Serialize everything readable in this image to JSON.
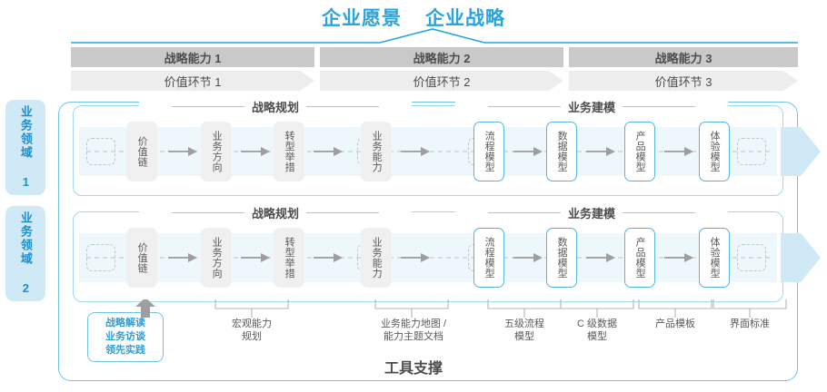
{
  "title": {
    "vision": "企业愿景",
    "strategy": "企业战略"
  },
  "capability_row": {
    "items": [
      {
        "label": "战略能力 1"
      },
      {
        "label": "战略能力 2"
      },
      {
        "label": "战略能力 3"
      }
    ]
  },
  "value_chain_row": {
    "items": [
      {
        "label": "价值环节 1"
      },
      {
        "label": "价值环节 2"
      },
      {
        "label": "价值环节 3"
      }
    ]
  },
  "side_labels": [
    {
      "label": "业务领域 1"
    },
    {
      "label": "业务领域 2"
    }
  ],
  "lanes": [
    {
      "sections": [
        {
          "label": "战略规划"
        },
        {
          "label": "业务建模"
        }
      ],
      "nodes": [
        {
          "label": "价值链",
          "style": "gray"
        },
        {
          "label": "业务方向",
          "style": "gray"
        },
        {
          "label": "转型举措",
          "style": "gray"
        },
        {
          "label": "业务能力",
          "style": "gray"
        },
        {
          "label": "流程模型",
          "style": "blue"
        },
        {
          "label": "数据模型",
          "style": "blue"
        },
        {
          "label": "产品模型",
          "style": "blue"
        },
        {
          "label": "体验模型",
          "style": "blue"
        }
      ]
    },
    {
      "sections": [
        {
          "label": "战略规划"
        },
        {
          "label": "业务建模"
        }
      ],
      "nodes": [
        {
          "label": "价值链",
          "style": "gray"
        },
        {
          "label": "业务方向",
          "style": "gray"
        },
        {
          "label": "转型举措",
          "style": "gray"
        },
        {
          "label": "业务能力",
          "style": "gray"
        },
        {
          "label": "流程模型",
          "style": "blue"
        },
        {
          "label": "数据模型",
          "style": "blue"
        },
        {
          "label": "产品模型",
          "style": "blue"
        },
        {
          "label": "体验模型",
          "style": "blue"
        }
      ]
    }
  ],
  "tool_labels": [
    {
      "line1": "战略解读",
      "line2": "业务访谈",
      "line3": "领先实践",
      "boxed": true
    },
    {
      "line1": "宏观能力",
      "line2": "规划",
      "boxed": false
    },
    {
      "line1": "业务能力地图 /",
      "line2": "能力主题文档",
      "boxed": false
    },
    {
      "line1": "五级流程",
      "line2": "模型",
      "boxed": false
    },
    {
      "line1": "C 级数据",
      "line2": "模型",
      "boxed": false
    },
    {
      "line1": "产品模板",
      "line2": "",
      "boxed": false
    },
    {
      "line1": "界面标准",
      "line2": "",
      "boxed": false
    }
  ],
  "footer": {
    "label": "工具支撑"
  },
  "colors": {
    "brand_blue": "#29A4DC",
    "light_blue_border": "#6fc3e8",
    "lane_band": "#eef7fc",
    "bar_dark_gray": "#c9c9c9",
    "bar_light_gray": "#ededed",
    "node_gray": "#f0f0f0",
    "text_gray": "#4d4d4d"
  }
}
